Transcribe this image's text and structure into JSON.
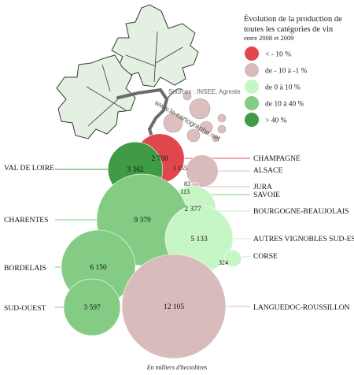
{
  "credits": {
    "sources": "Sources : INSEE, Agreste",
    "website": "www.le-cartographe.net"
  },
  "colors": {
    "strong_decrease": "#e0474c",
    "decrease": "#d8bcbc",
    "stable": "#c6f5c6",
    "increase": "#84cc84",
    "strong_increase": "#3f9b46"
  },
  "chart_data": {
    "type": "bubble",
    "title_lines": [
      "Évolution de la production de",
      "toutes les catégories de vin"
    ],
    "subtitle": "entre 2008 et 2009",
    "unit_note": "En milliers d'hectolitres",
    "legend": [
      {
        "label": "< - 10 %",
        "class": "strong_decrease"
      },
      {
        "label": "de - 10 à -1 %",
        "class": "decrease"
      },
      {
        "label": "de 0 à 10 %",
        "class": "stable"
      },
      {
        "label": "de 10 à 40 %",
        "class": "increase"
      },
      {
        "label": "> 40 %",
        "class": "strong_increase"
      }
    ],
    "regions": [
      {
        "name": "CHAMPAGNE",
        "value": 2700,
        "display": "2 700",
        "class": "strong_decrease"
      },
      {
        "name": "ALSACE",
        "value": 1155,
        "display": "1 155",
        "class": "decrease"
      },
      {
        "name": "JURA",
        "value": 83,
        "display": "83",
        "class": "decrease"
      },
      {
        "name": "SAVOIE",
        "value": 113,
        "display": "113",
        "class": "increase"
      },
      {
        "name": "VAL DE LOIRE",
        "value": 3362,
        "display": "3 362",
        "class": "strong_increase"
      },
      {
        "name": "BOURGOGNE-BEAUJOLAIS",
        "value": 2377,
        "display": "2 377",
        "class": "stable"
      },
      {
        "name": "CHARENTES",
        "value": 9379,
        "display": "9 379",
        "class": "increase"
      },
      {
        "name": "AUTRES VIGNOBLES SUD-EST",
        "value": 5133,
        "display": "5 133",
        "class": "stable"
      },
      {
        "name": "CORSE",
        "value": 324,
        "display": "324",
        "class": "stable"
      },
      {
        "name": "BORDELAIS",
        "value": 6150,
        "display": "6 150",
        "class": "increase"
      },
      {
        "name": "SUD-OUEST",
        "value": 3597,
        "display": "3 597",
        "class": "increase"
      },
      {
        "name": "LANGUEDOC-ROUSSILLON",
        "value": 12105,
        "display": "12 105",
        "class": "decrease"
      }
    ]
  }
}
